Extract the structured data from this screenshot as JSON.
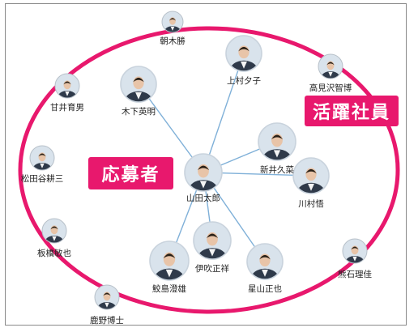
{
  "labels": {
    "applicant": "応募者",
    "active_employees": "活躍社員"
  },
  "center": {
    "name": "山田太郎"
  },
  "people": [
    {
      "id": "asaki",
      "name": "朝木勝",
      "connected": false
    },
    {
      "id": "uemura",
      "name": "上村夕子",
      "connected": true
    },
    {
      "id": "takamizawa",
      "name": "高見沢智博",
      "connected": false
    },
    {
      "id": "amai",
      "name": "甘井育男",
      "connected": false
    },
    {
      "id": "kinoshita",
      "name": "木下英明",
      "connected": true
    },
    {
      "id": "shinai",
      "name": "新井久菜",
      "connected": true
    },
    {
      "id": "matsudaya",
      "name": "松田谷耕三",
      "connected": false
    },
    {
      "id": "kawamura",
      "name": "川村悟",
      "connected": true
    },
    {
      "id": "itabashi",
      "name": "板橋敏也",
      "connected": false
    },
    {
      "id": "ibuki",
      "name": "伊吹正祥",
      "connected": true
    },
    {
      "id": "samejima",
      "name": "鮫島澄雄",
      "connected": true
    },
    {
      "id": "hoshiyama",
      "name": "星山正也",
      "connected": true
    },
    {
      "id": "kumaishi",
      "name": "熊石理佳",
      "connected": false
    },
    {
      "id": "kano",
      "name": "鹿野博士",
      "connected": false
    }
  ],
  "colors": {
    "ellipse": "#e8186d",
    "tag_bg": "#e8186d",
    "link": "#7fb0d8",
    "photo_bg": "#d9e3ec"
  }
}
